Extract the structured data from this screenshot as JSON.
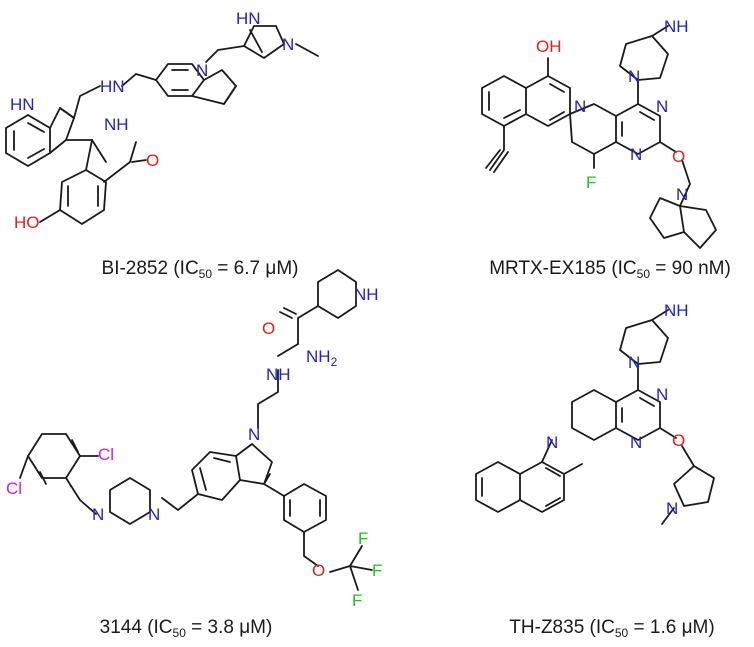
{
  "colors": {
    "carbon": "#1a1a1a",
    "nitrogen": "#2222cc",
    "oxygen": "#e0201a",
    "fluorine": "#22c020",
    "chlorine": "#d020d0"
  },
  "compounds": [
    {
      "name": "BI-2852",
      "ic50_prefix": "(IC",
      "ic50_sub": "50",
      "ic50_value": " = 6.7 μM)",
      "atoms": [
        "HN",
        "HN",
        "NH",
        "O",
        "HO",
        "N",
        "HN",
        "N"
      ]
    },
    {
      "name": "MRTX-EX185",
      "ic50_prefix": "(IC",
      "ic50_sub": "50",
      "ic50_value": " = 90 nM)",
      "atoms": [
        "OH",
        "NH",
        "N",
        "N",
        "N",
        "N",
        "F",
        "O",
        "N"
      ]
    },
    {
      "name": "3144",
      "ic50_prefix": "(IC",
      "ic50_sub": "50",
      "ic50_value": " = 3.8 μM)",
      "atoms": [
        "NH",
        "O",
        "NH",
        "NH2",
        "N",
        "Cl",
        "Cl",
        "N",
        "N",
        "O",
        "F",
        "F",
        "F"
      ]
    },
    {
      "name": "TH-Z835",
      "ic50_prefix": "(IC",
      "ic50_sub": "50",
      "ic50_value": " = 1.6 μM)",
      "atoms": [
        "NH",
        "N",
        "N",
        "N",
        "N",
        "O",
        "N"
      ]
    }
  ]
}
